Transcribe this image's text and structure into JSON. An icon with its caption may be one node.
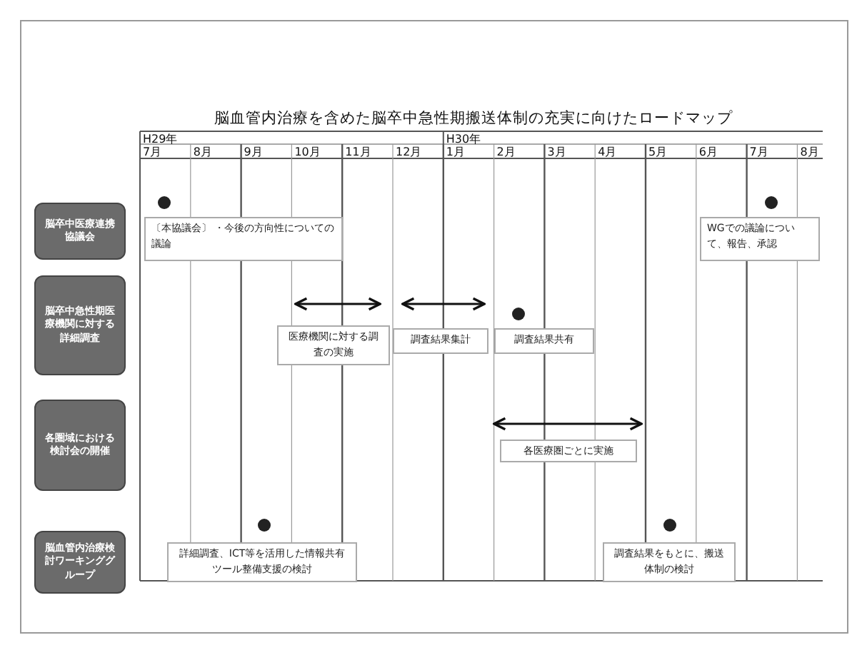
{
  "diagram": {
    "title": "脳血管内治療を含めた脳卒中急性期搬送体制の充実に向けたロードマップ",
    "nodes": [
      {
        "text": [
          "脳卒中医療連携協議会"
        ]
      },
      {
        "text": [
          "脳卒中急性期医療機関に対する詳細調査"
        ]
      },
      {
        "text": [
          "各圏域における検討会の開催"
        ]
      },
      {
        "text": [
          "脳血管内治療検討ワーキンググループ"
        ]
      },
      {
        "text": [
          "〔本協議会〕 ・今後の方向性についての議論"
        ]
      },
      {
        "text": [
          "WGでの議論について、報告、承認"
        ]
      },
      {
        "text": [
          "医療機関に対する調査の実施"
        ]
      },
      {
        "text": [
          "調査結果集計"
        ]
      },
      {
        "text": [
          "調査結果共有"
        ]
      },
      {
        "text": [
          "各医療圏ごとに実施"
        ]
      },
      {
        "text": [
          "詳細調査、ICT等を活用した情報共有ツール整備支援の検討"
        ]
      },
      {
        "text": [
          "調査結果をもとに、搬送体制の検討"
        ]
      }
    ],
    "labels": [
      "H29年",
      "H30年",
      "7月",
      "8月",
      "9月",
      "10月",
      "11月",
      "12月",
      "1月",
      "2月",
      "3月",
      "4月",
      "5月",
      "6月",
      "7月",
      "8月"
    ]
  }
}
